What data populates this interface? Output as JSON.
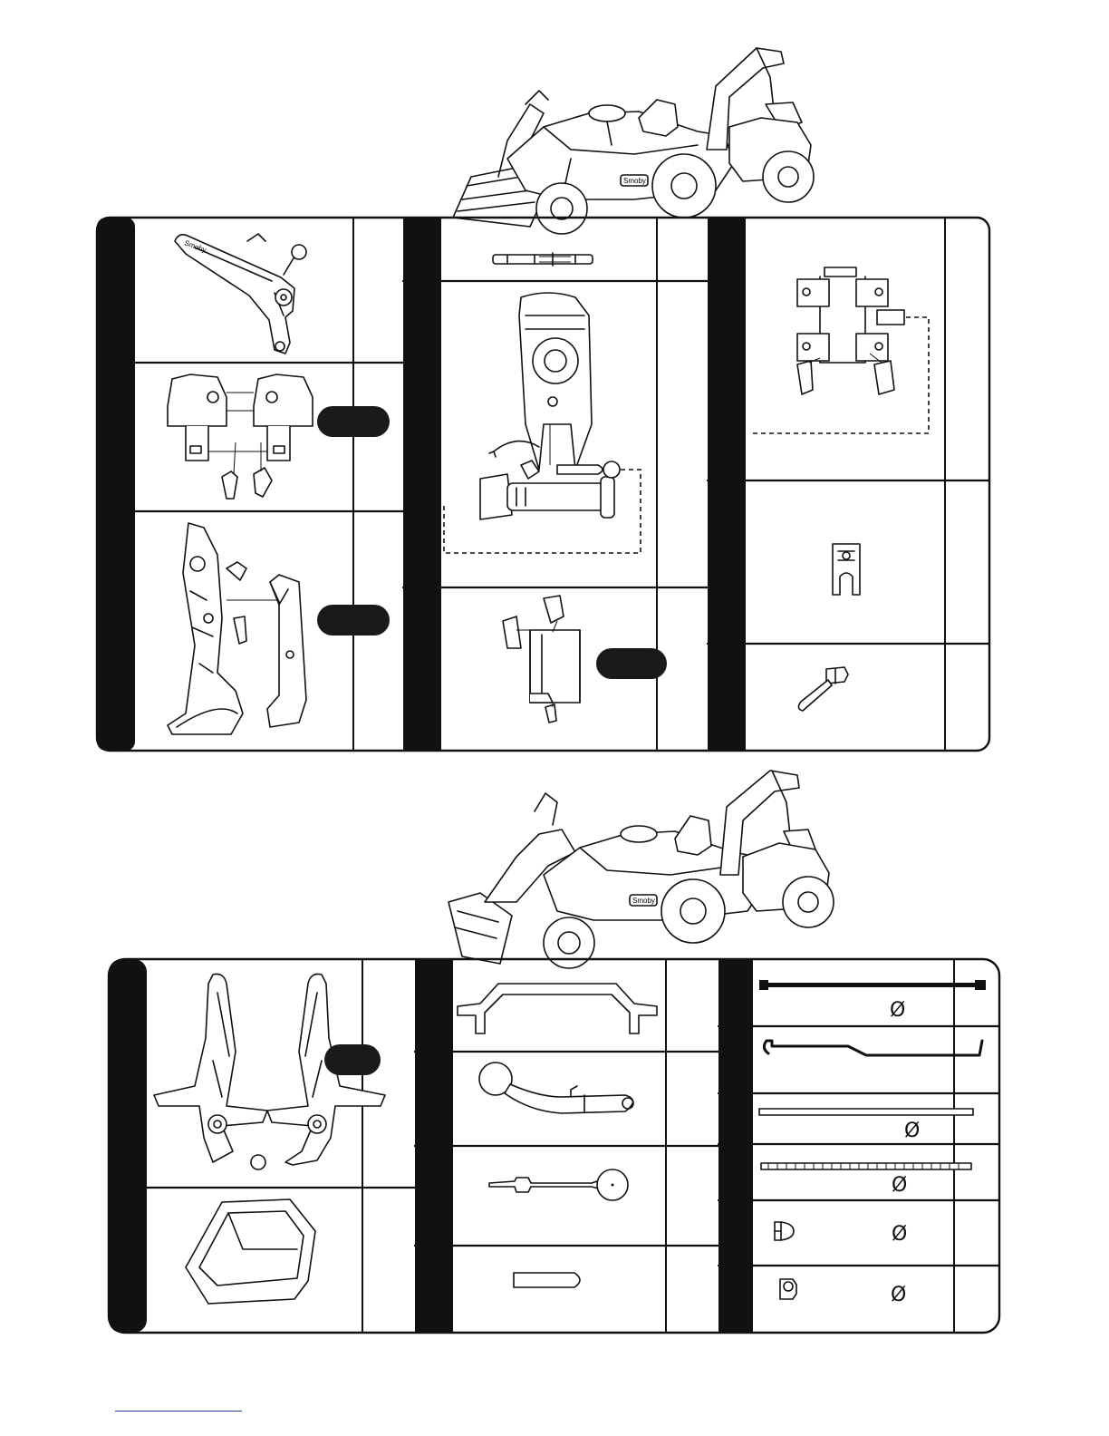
{
  "page": {
    "brand_mark": "Smoby",
    "diameter_symbol": "Ø"
  },
  "sheet_top": {
    "illustration": "tractor-excavator-front-loader-raised",
    "parts": [
      {
        "id": "arm-lever",
        "column": 1
      },
      {
        "id": "clip-brackets-pair",
        "column": 1,
        "has_badge": true
      },
      {
        "id": "bucket-arm-pair",
        "column": 1,
        "has_badge": true
      },
      {
        "id": "short-axle-rod",
        "column": 2
      },
      {
        "id": "seat-column-assembly",
        "column": 2
      },
      {
        "id": "bracket-plate",
        "column": 2,
        "has_badge": true
      },
      {
        "id": "seat-bracket-assembly",
        "column": 3
      },
      {
        "id": "fork-clip",
        "column": 3
      },
      {
        "id": "bolt",
        "column": 3
      }
    ]
  },
  "sheet_bottom": {
    "illustration": "tractor-excavator-front-loader-lowered",
    "parts": [
      {
        "id": "loader-arms-pair",
        "column": 1,
        "has_badge": true
      },
      {
        "id": "loader-bucket",
        "column": 1
      },
      {
        "id": "bumper-bar",
        "column": 2
      },
      {
        "id": "control-lever",
        "column": 2
      },
      {
        "id": "steering-rod",
        "column": 2
      },
      {
        "id": "pin",
        "column": 2
      },
      {
        "id": "long-rod",
        "column": 3,
        "has_diameter": true
      },
      {
        "id": "hooked-rod",
        "column": 3
      },
      {
        "id": "flat-rod",
        "column": 3,
        "has_diameter": true
      },
      {
        "id": "threaded-rod",
        "column": 3,
        "has_diameter": true
      },
      {
        "id": "cap-nut-a",
        "column": 3,
        "has_diameter": true
      },
      {
        "id": "cap-nut-b",
        "column": 3,
        "has_diameter": true
      }
    ]
  }
}
